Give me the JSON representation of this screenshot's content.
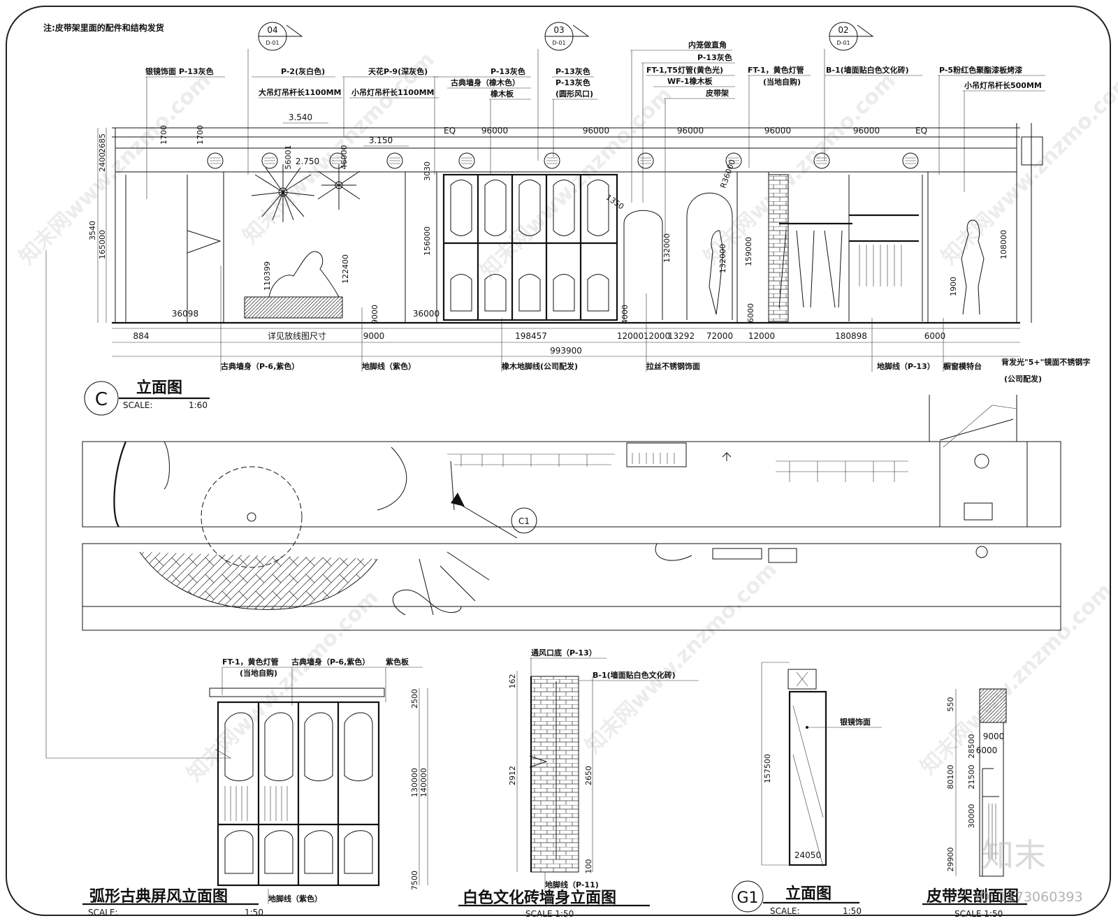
{
  "note": "注:皮带架里面的配件和结构发货",
  "section_markers": [
    {
      "num": "04",
      "ref": "D-01"
    },
    {
      "num": "03",
      "ref": "D-01"
    },
    {
      "num": "02",
      "ref": "D-01"
    }
  ],
  "labels_top": [
    "银镜饰面 P-13灰色",
    "P-2(灰白色)",
    "大吊灯吊杆长1100MM",
    "天花P-9(深灰色)",
    "小吊灯吊杆长1100MM",
    "P-13灰色",
    "古典墙身（橡木色）",
    "橡木板",
    "P-13灰色",
    "P-13灰色",
    "(圆形风口)",
    "内笼做直角",
    "P-13灰色",
    "FT-1,T5灯管(黄色光)",
    "WF-1橡木板",
    "皮带架",
    "FT-1，黄色灯管",
    "(当地自购)",
    "B-1(墙面贴白色文化砖)",
    "P-5粉红色聚酯漆板烤漆",
    "小吊灯吊杆长500MM"
  ],
  "dims_main": {
    "top": [
      "96000",
      "96000",
      "96000",
      "96000",
      "96000",
      "EQ",
      "EQ",
      "3.540",
      "3.150",
      "2.750"
    ],
    "vertical": [
      "2685",
      "2400",
      "1700",
      "1700",
      "3540",
      "165000",
      "110399",
      "122400",
      "156000",
      "3030",
      "159000",
      "132000",
      "132000",
      "108000",
      "1900",
      "9000",
      "6000",
      "4000",
      "56001",
      "46000"
    ],
    "diagonal": [
      "1350",
      "R36000"
    ],
    "inner": [
      "36098",
      "36000"
    ],
    "bottom": [
      "884",
      "详见放线图尺寸",
      "9000",
      "198457",
      "12000",
      "12000",
      "13292",
      "72000",
      "12000",
      "180898",
      "6000"
    ],
    "total": "993900"
  },
  "labels_bottom": [
    "古典墙身（P-6,紫色）",
    "地脚线（紫色）",
    "橡木地脚线(公司配发)",
    "拉丝不锈钢饰面",
    "地脚线（P-13）",
    "橱窗模特台",
    "背发光\"5+\"镜面不锈钢字",
    "(公司配发)"
  ],
  "view_c": {
    "letter": "C",
    "title": "立面图",
    "scale_label": "SCALE:",
    "scale": "1:60"
  },
  "plan": {
    "callout": "C1"
  },
  "view_screen": {
    "title": "弧形古典屏风立面图",
    "scale_label": "SCALE:",
    "scale": "1:50",
    "labels": [
      "FT-1，黄色灯管",
      "(当地自购)",
      "古典墙身（P-6,紫色）",
      "紫色板",
      "地脚线（紫色）"
    ],
    "dims": [
      "2500",
      "130000",
      "140000",
      "7500"
    ]
  },
  "view_brick": {
    "title": "白色文化砖墙身立面图",
    "scale": "SCALE 1:50",
    "labels": [
      "通风口底（P-13）",
      "B-1(墙面贴白色文化砖)",
      "地脚线（P-11)"
    ],
    "dims": [
      "162",
      "2912",
      "2650",
      "100"
    ]
  },
  "view_g1": {
    "letter": "G1",
    "title": "立面图",
    "scale_label": "SCALE:",
    "scale": "1:50",
    "labels": [
      "银镜饰面"
    ],
    "dims": [
      "157500",
      "24050"
    ]
  },
  "view_belt": {
    "title": "皮带架剖面图",
    "scale": "SCALE 1:50",
    "dims": [
      "550",
      "28500",
      "9000",
      "6000",
      "21500",
      "80100",
      "30000",
      "29900"
    ]
  },
  "watermarks": [
    "知末网www.znzmo.com",
    "知末网www.znzmo.com",
    "知末网www.znzmo.com",
    "知末网www.znzmo.com",
    "知末网www.znzmo.com",
    "知末网www.znzmo.com",
    "知末网www.znzmo.com",
    "知末网www.znzmo.com"
  ],
  "brand": {
    "logo": "知末",
    "id": "ID: 1173060393"
  }
}
